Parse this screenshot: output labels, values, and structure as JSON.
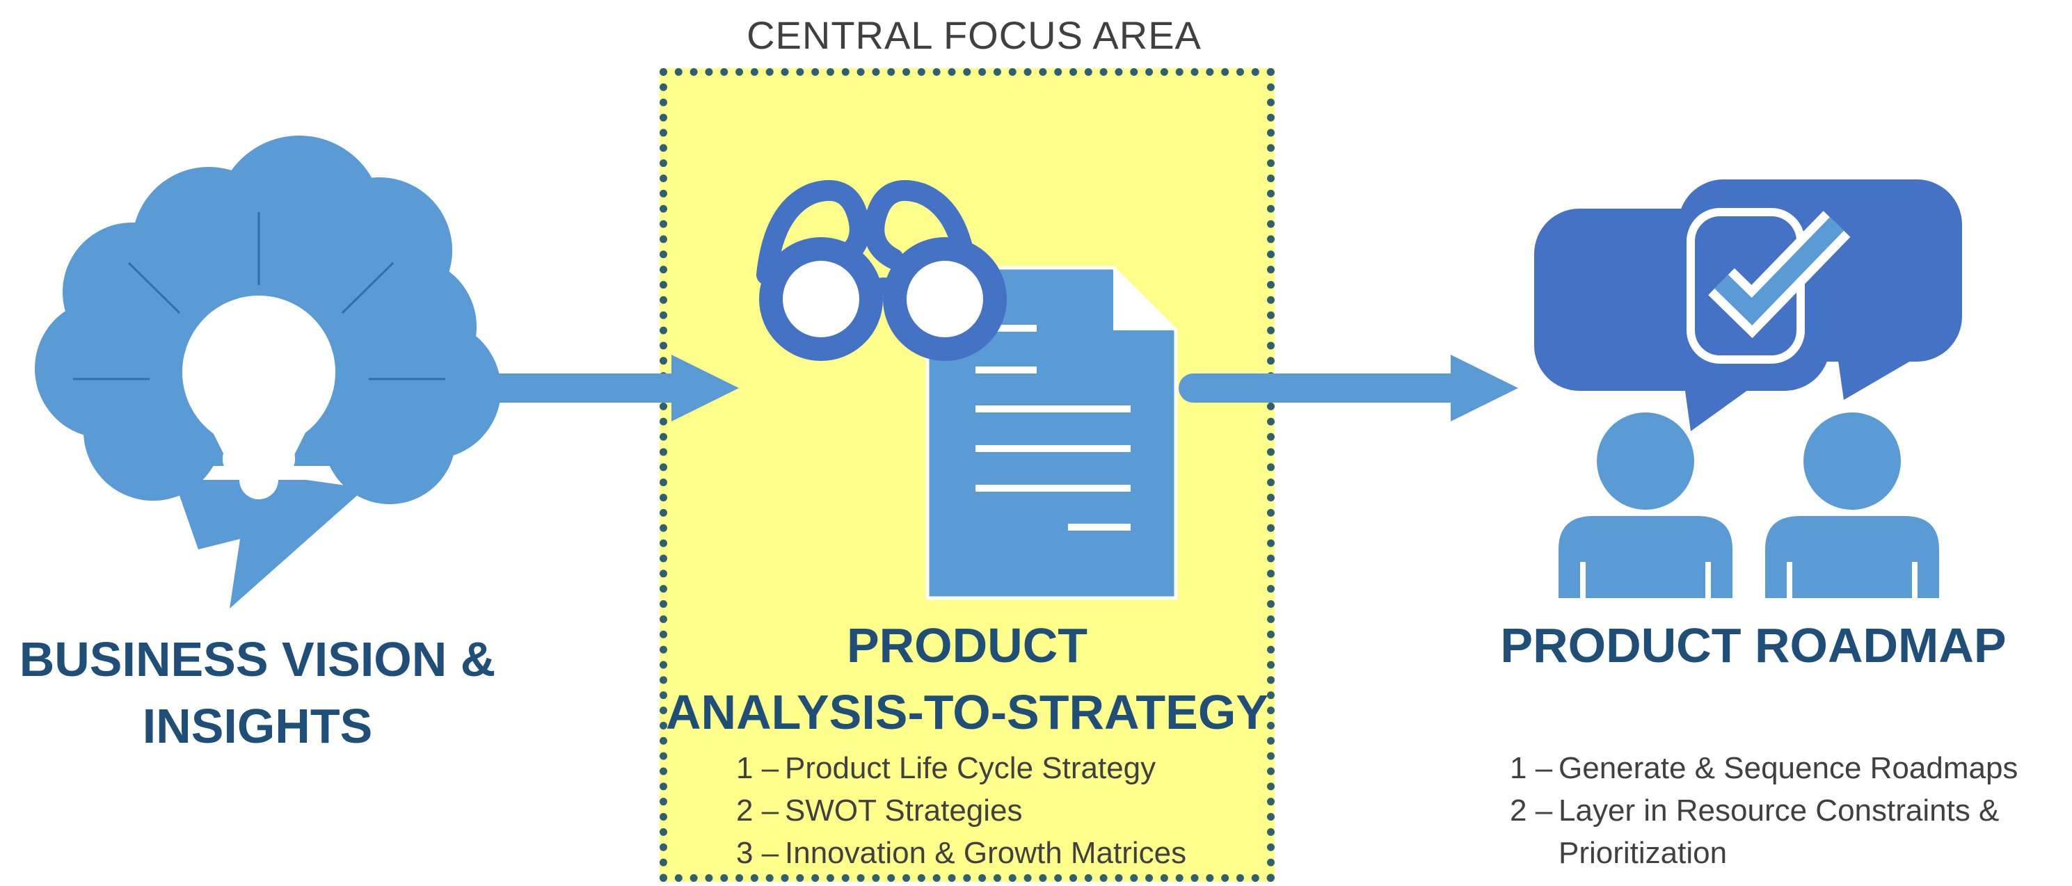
{
  "central_area": {
    "label": "CENTRAL FOCUS AREA"
  },
  "left": {
    "title_line1": "BUSINESS VISION &",
    "title_line2": "INSIGHTS",
    "icon": "lightbulb-brain-cloud-icon"
  },
  "center": {
    "title_line1": "PRODUCT",
    "title_line2": "ANALYSIS-TO-STRATEGY",
    "icon": "glasses-document-icon",
    "items": [
      {
        "num": "1 –",
        "text": "Product Life Cycle Strategy"
      },
      {
        "num": "2 –",
        "text": "SWOT Strategies"
      },
      {
        "num": "3 –",
        "text": "Innovation & Growth Matrices"
      }
    ]
  },
  "right": {
    "title": "PRODUCT ROADMAP",
    "icon": "people-discussion-checkmark-icon",
    "items": [
      {
        "num": "1 –",
        "line1": "Generate & Sequence Roadmaps"
      },
      {
        "num": "2 –",
        "line1": "Layer in Resource Constraints &",
        "line2": "Prioritization"
      }
    ]
  },
  "colors": {
    "icon_light": "#5b9bd5",
    "icon_dark": "#4472c4",
    "title": "#1f4e79",
    "highlight": "#ffff8c",
    "dots": "#2f5f73"
  }
}
